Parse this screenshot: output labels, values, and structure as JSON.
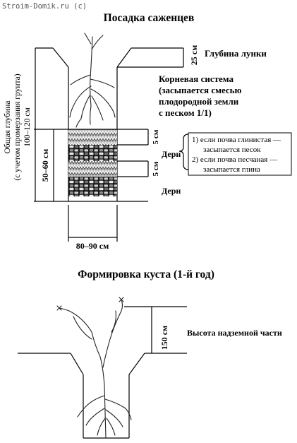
{
  "watermark": "Stroim-Domik.ru (c)",
  "planting": {
    "title": "Посадка саженцев",
    "pit_depth_value": "25 см",
    "pit_depth_label": "Глубина лунки",
    "root_system_lines": [
      "Корневая система",
      "(засыпается смесью",
      "плодородной земли",
      "с песком 1/1)"
    ],
    "layer_thickness_top": "5 см",
    "layer_thickness_bottom": "5 см",
    "turf_label_1": "Дерн",
    "turf_label_2": "Дерн",
    "layer_depth": "50–60 см",
    "total_depth_lines": [
      "Общая глубина",
      "(с учетом промерзания грунта)",
      "100–120 см"
    ],
    "width_label": "80–90 см",
    "note_lines": [
      "1) если почва глинистая —",
      "засыпается песок",
      "2) если почва песчаная —",
      "засыпается глина"
    ]
  },
  "forming": {
    "title": "Формировка куста (1-й год)",
    "height_value": "150 см",
    "height_label": "Высота надземной части"
  }
}
